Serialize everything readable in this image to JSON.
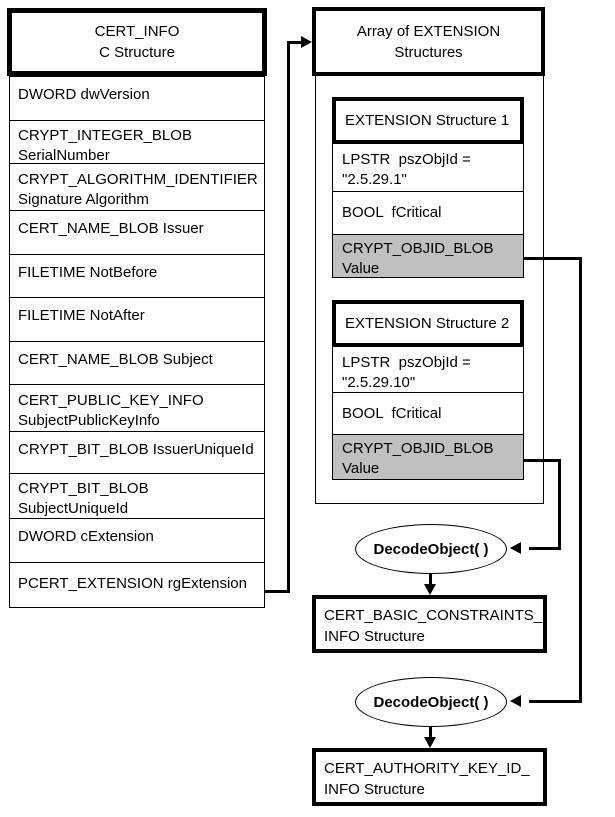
{
  "colors": {
    "line": "#000000",
    "background": "#ffffff",
    "value_row_fill": "#c0c0c0"
  },
  "cert_info": {
    "title": "CERT_INFO\nC Structure",
    "rows": [
      "DWORD dwVersion",
      "CRYPT_INTEGER_BLOB\nSerialNumber",
      "CRYPT_ALGORITHM_IDENTIFIER\nSignature Algorithm",
      "CERT_NAME_BLOB Issuer",
      "FILETIME NotBefore",
      "FILETIME NotAfter",
      "CERT_NAME_BLOB Subject",
      "CERT_PUBLIC_KEY_INFO\nSubjectPublicKeyInfo",
      "CRYPT_BIT_BLOB IssuerUniqueId",
      "CRYPT_BIT_BLOB\nSubjectUniqueId",
      "DWORD cExtension",
      "PCERT_EXTENSION rgExtension"
    ]
  },
  "extension_array": {
    "title": "Array of EXTENSION\nStructures",
    "structures": [
      {
        "title": "EXTENSION Structure 1",
        "rows": [
          "LPSTR  pszObjId =\n\"2.5.29.1\"",
          "BOOL  fCritical",
          "CRYPT_OBJID_BLOB\nValue"
        ]
      },
      {
        "title": "EXTENSION Structure 2",
        "rows": [
          "LPSTR  pszObjId =\n\"2.5.29.10\"",
          "BOOL  fCritical",
          "CRYPT_OBJID_BLOB\nValue"
        ]
      }
    ]
  },
  "decode_calls": [
    {
      "label": "DecodeObject( )"
    },
    {
      "label": "DecodeObject( )"
    }
  ],
  "result_boxes": [
    {
      "text": "CERT_BASIC_CONSTRAINTS_\nINFO Structure"
    },
    {
      "text": "CERT_AUTHORITY_KEY_ID_\nINFO Structure"
    }
  ]
}
